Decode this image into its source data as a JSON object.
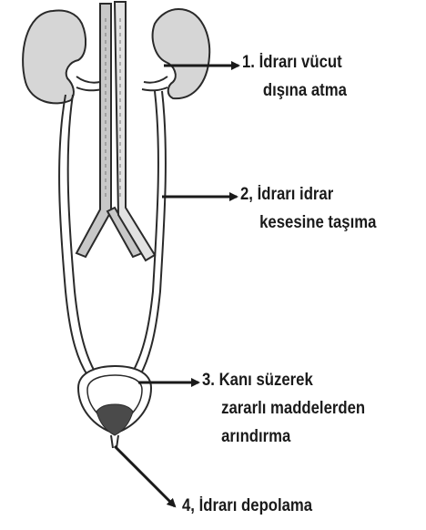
{
  "diagram": {
    "labels": [
      {
        "id": "label-1",
        "lines": [
          "1. İdrarı vücut",
          "dışına atma"
        ]
      },
      {
        "id": "label-2",
        "lines": [
          "2, İdrarı idrar",
          "kesesine taşıma"
        ]
      },
      {
        "id": "label-3",
        "lines": [
          "3. Kanı süzerek",
          "zararlı maddelerden",
          "arındırma"
        ]
      },
      {
        "id": "label-4",
        "lines": [
          "4, İdrarı depolama"
        ]
      }
    ],
    "colors": {
      "line": "#2a2a2a",
      "organ_fill": "#d6d6d6",
      "vessel_fill": "#c8c8c8",
      "urine_fill": "#4a4a4a"
    }
  }
}
